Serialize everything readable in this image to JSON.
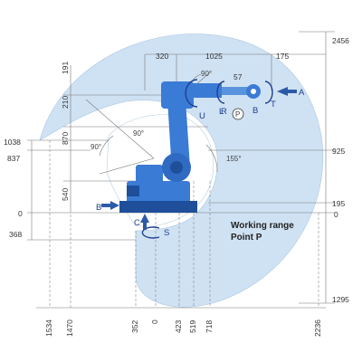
{
  "colors": {
    "envelope_fill": "#cfe2f3",
    "robot_blue": "#3a7bd5",
    "robot_dark": "#1f4f9a",
    "arrow_blue": "#2c5aa8"
  },
  "dims": {
    "right": [
      "2456",
      "925",
      "195",
      "0",
      "1295"
    ],
    "left": [
      "1038",
      "837",
      "0",
      "368"
    ],
    "top": [
      "320",
      "1025",
      "175"
    ],
    "top_vertical": [
      "191",
      "210",
      "870",
      "540"
    ],
    "small": [
      "57"
    ],
    "bottom": [
      "1534",
      "1470",
      "352",
      "0",
      "423",
      "519",
      "718",
      "2236"
    ]
  },
  "angles": {
    "a1": "90°",
    "a2": "90°",
    "a3": "90°",
    "a4": "155°"
  },
  "axes": {
    "A": "A",
    "B": "B",
    "C": "C",
    "S": "S",
    "L": "L",
    "U": "U",
    "R": "R",
    "T": "T",
    "B2": "B",
    "P": "P"
  },
  "working_range": {
    "line1": "Working range",
    "line2": "Point P"
  }
}
